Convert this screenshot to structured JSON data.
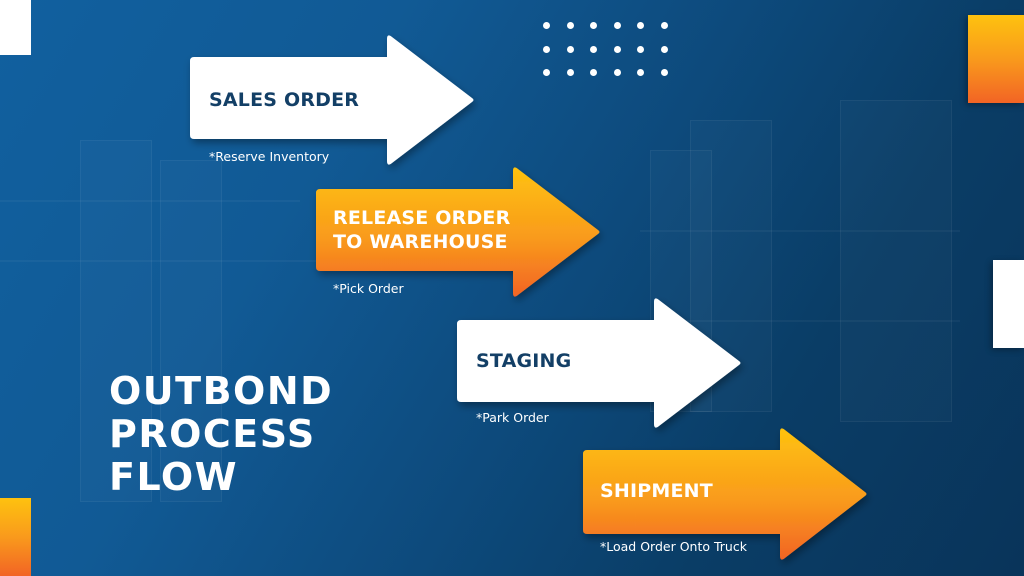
{
  "slide": {
    "title_lines": [
      "OUTBOND",
      "PROCESS",
      "FLOW"
    ],
    "colors": {
      "background_start": "#11609f",
      "background_end": "#09345a",
      "orange_top": "#fec20f",
      "orange_bottom": "#f26425",
      "white": "#ffffff",
      "label_dark": "#133f66"
    },
    "steps": [
      {
        "label_lines": [
          "SALES ORDER"
        ],
        "note": "*Reserve Inventory",
        "style": "white"
      },
      {
        "label_lines": [
          "RELEASE ORDER",
          "TO WAREHOUSE"
        ],
        "note": "*Pick Order",
        "style": "orange"
      },
      {
        "label_lines": [
          "STAGING"
        ],
        "note": "*Park Order",
        "style": "white"
      },
      {
        "label_lines": [
          "SHIPMENT"
        ],
        "note": "*Load Order Onto Truck",
        "style": "orange"
      }
    ],
    "decor": {
      "dot_grid": {
        "rows": 3,
        "cols": 6
      }
    }
  }
}
